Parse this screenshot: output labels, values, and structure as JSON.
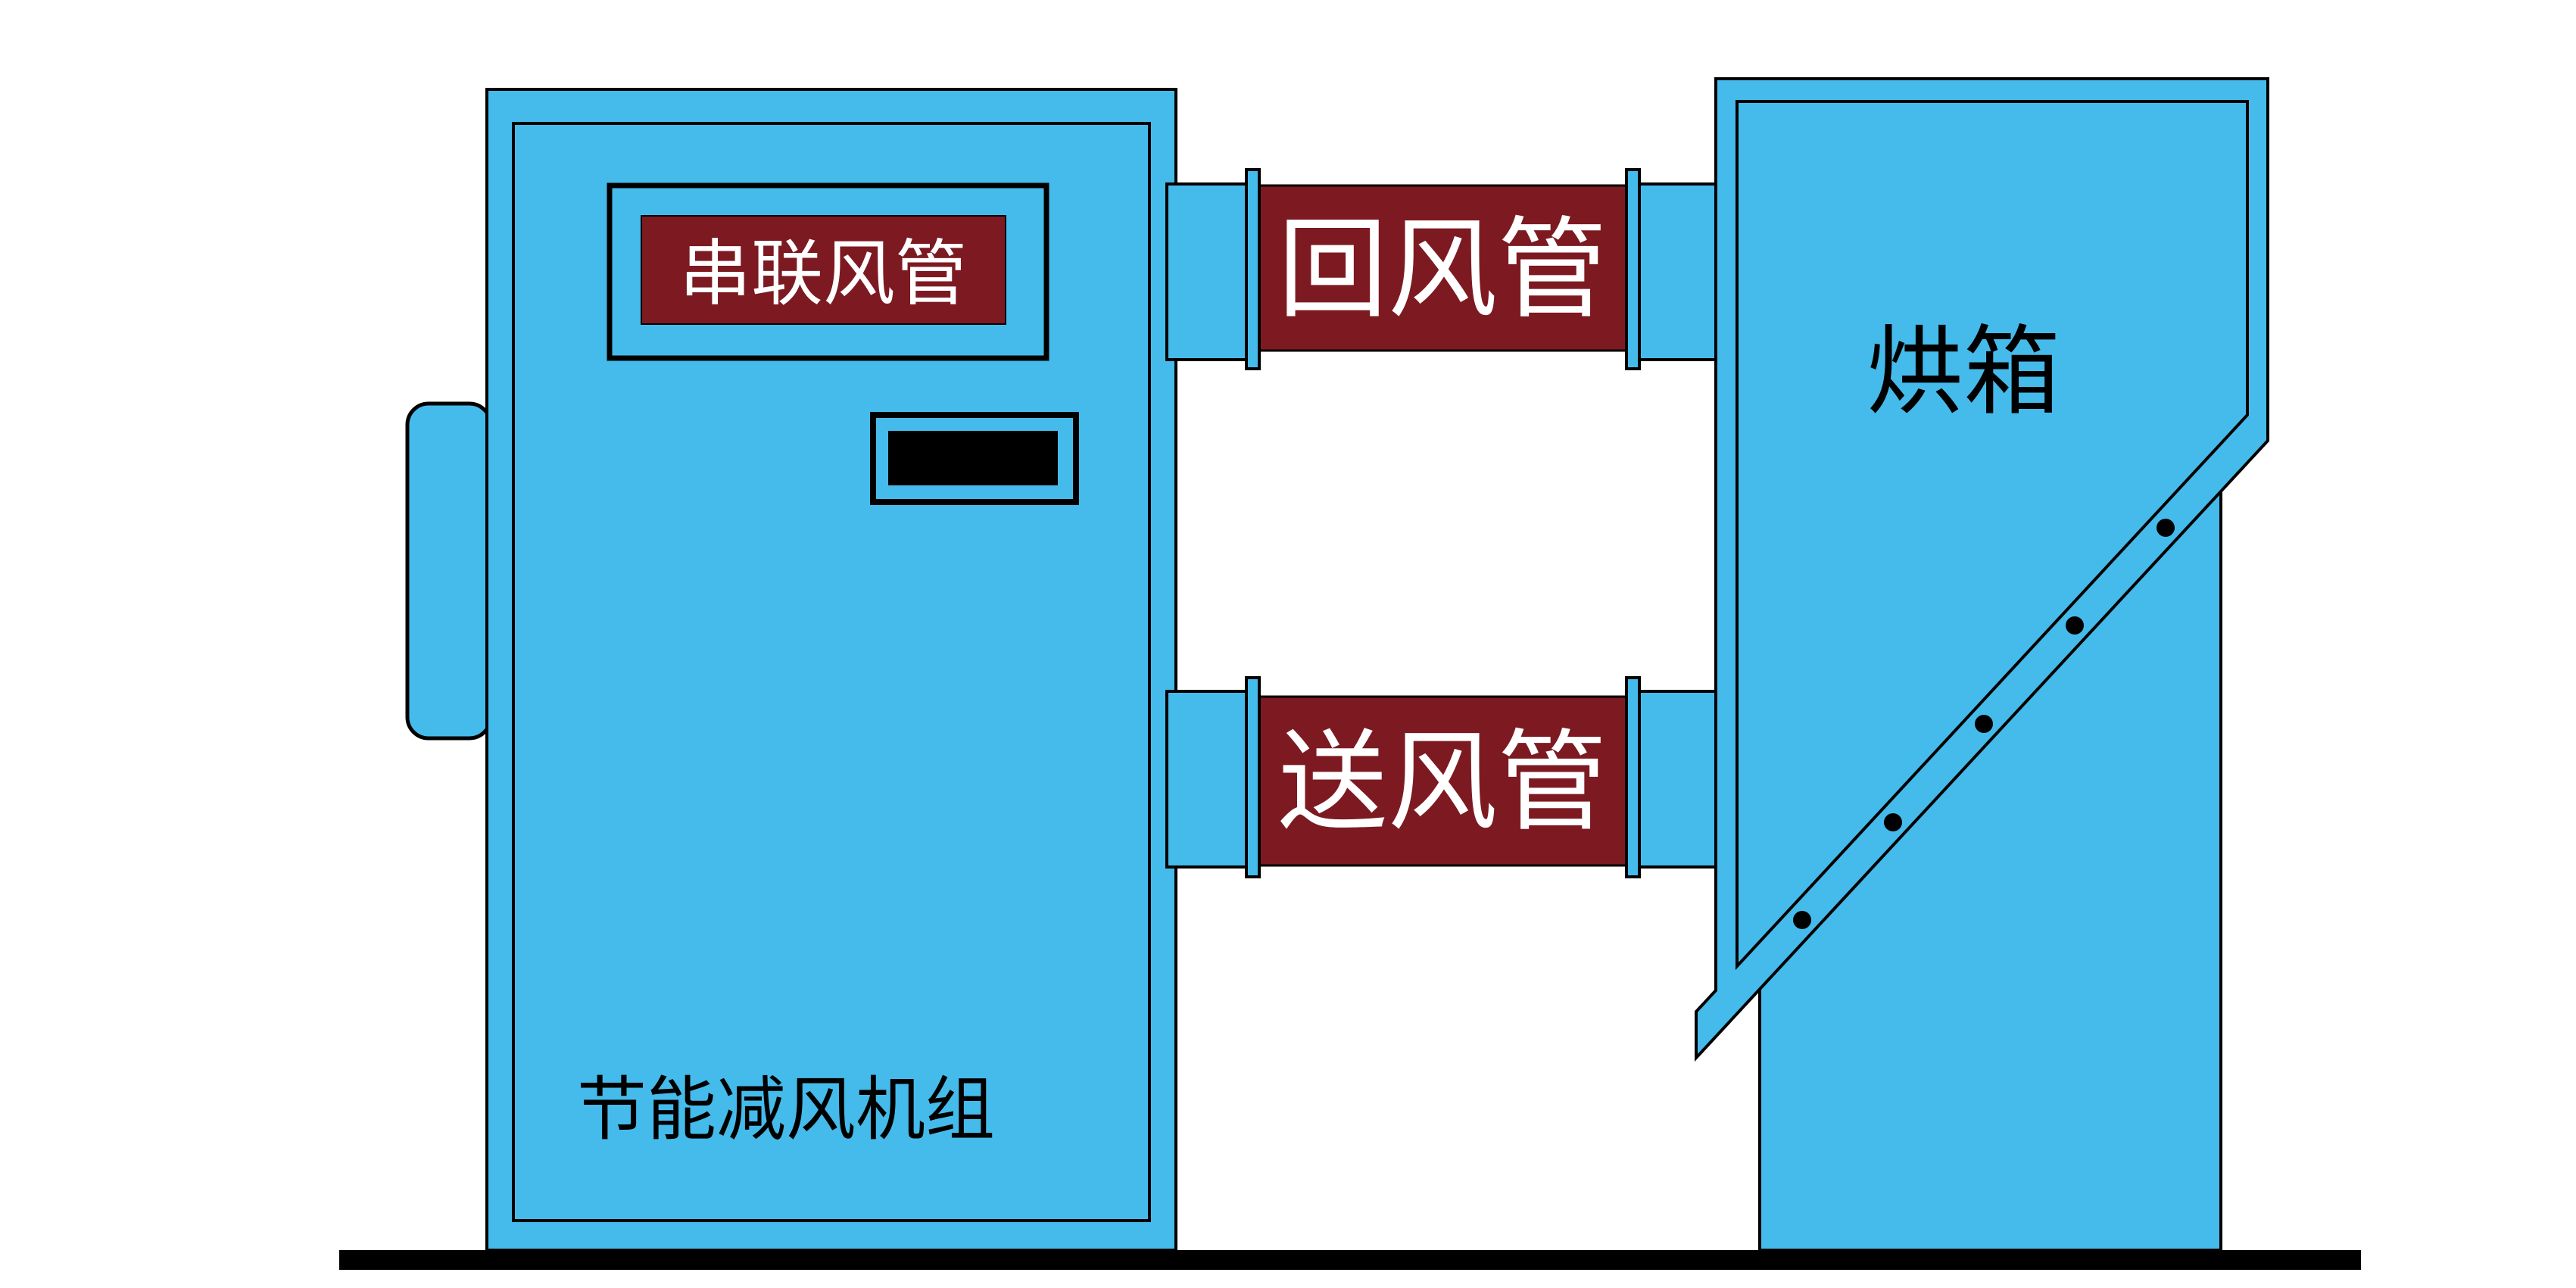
{
  "diagram": {
    "unit": {
      "label": "节能减风机组",
      "panel_label": "串联风管"
    },
    "ducts": {
      "return_label": "回风管",
      "supply_label": "送风管"
    },
    "oven": {
      "label": "烘箱",
      "rivet_count": 5
    }
  },
  "colors": {
    "machine_blue": "#45BBEB",
    "duct_red": "#7D1A21",
    "ink_black": "#000000",
    "text_white": "#FFFFFF"
  }
}
